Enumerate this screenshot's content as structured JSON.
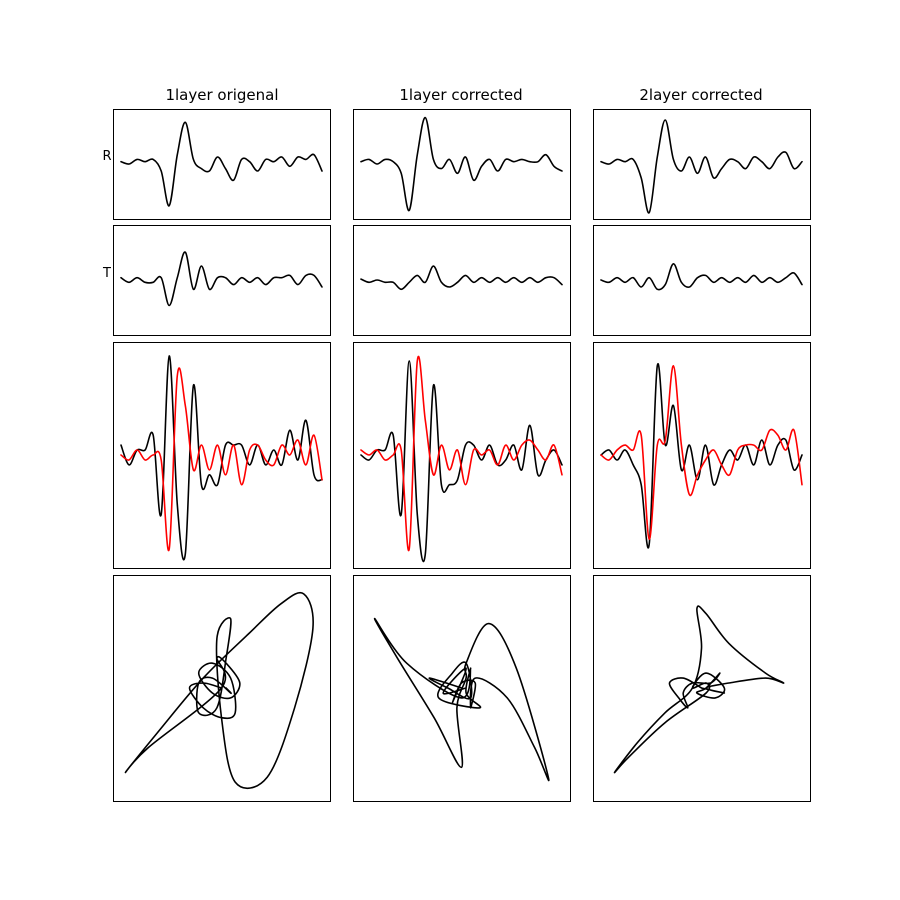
{
  "figure": {
    "column_titles": [
      "1layer origenal",
      "1layer corrected",
      "2layer corrected"
    ],
    "row_labels": [
      "R",
      "T",
      "",
      ""
    ]
  },
  "colors": {
    "primary_trace": "#000000",
    "secondary_trace": "#ff0000"
  },
  "chart_data": [
    {
      "type": "line",
      "panel": "R-1layer-origenal",
      "xlim": [
        0,
        100
      ],
      "ylim": [
        -1.1,
        1.1
      ],
      "ticks": false,
      "series": [
        {
          "color": "#000000",
          "x": [
            0,
            4,
            8,
            12,
            16,
            20,
            24,
            28,
            32,
            36,
            40,
            44,
            48,
            52,
            56,
            60,
            64,
            68,
            72,
            76,
            80,
            84,
            88,
            92,
            96,
            100
          ],
          "y": [
            0.05,
            0,
            0.1,
            0.05,
            0.1,
            -0.15,
            -0.9,
            0.2,
            0.9,
            0.1,
            -0.1,
            -0.15,
            0.15,
            -0.1,
            -0.35,
            0.1,
            0.05,
            -0.15,
            0.1,
            0.05,
            0.15,
            -0.05,
            0.15,
            0.1,
            0.2,
            -0.15
          ]
        }
      ]
    },
    {
      "type": "line",
      "panel": "R-1layer-corrected",
      "xlim": [
        0,
        100
      ],
      "ylim": [
        -1.1,
        1.1
      ],
      "ticks": false,
      "series": [
        {
          "color": "#000000",
          "x": [
            0,
            4,
            8,
            12,
            16,
            20,
            24,
            28,
            32,
            36,
            40,
            44,
            48,
            52,
            56,
            60,
            64,
            68,
            72,
            76,
            80,
            84,
            88,
            92,
            96,
            100
          ],
          "y": [
            0.05,
            0.1,
            0,
            0.1,
            0.05,
            -0.2,
            -1.0,
            0.2,
            1.0,
            0.1,
            -0.1,
            0.1,
            -0.2,
            0.15,
            -0.35,
            -0.05,
            0.1,
            -0.15,
            0.1,
            0.05,
            0.1,
            0.05,
            0.05,
            0.2,
            -0.05,
            -0.15
          ]
        }
      ]
    },
    {
      "type": "line",
      "panel": "R-2layer-corrected",
      "xlim": [
        0,
        100
      ],
      "ylim": [
        -1.1,
        1.1
      ],
      "ticks": false,
      "series": [
        {
          "color": "#000000",
          "x": [
            0,
            4,
            8,
            12,
            16,
            20,
            24,
            28,
            32,
            36,
            40,
            44,
            48,
            52,
            56,
            60,
            64,
            68,
            72,
            76,
            80,
            84,
            88,
            92,
            96,
            100
          ],
          "y": [
            0.05,
            0,
            0.1,
            0.05,
            0.1,
            -0.3,
            -1.05,
            0.15,
            0.95,
            0.1,
            -0.15,
            0.15,
            -0.2,
            0.15,
            -0.3,
            -0.1,
            0.1,
            0.05,
            -0.1,
            0.15,
            0.05,
            -0.1,
            0.15,
            0.25,
            -0.1,
            0.05
          ]
        }
      ]
    },
    {
      "type": "line",
      "panel": "T-1layer-origenal",
      "xlim": [
        0,
        100
      ],
      "ylim": [
        -1.1,
        1.1
      ],
      "ticks": false,
      "series": [
        {
          "color": "#000000",
          "x": [
            0,
            4,
            8,
            12,
            16,
            20,
            24,
            28,
            32,
            36,
            40,
            44,
            48,
            52,
            56,
            60,
            64,
            68,
            72,
            76,
            80,
            84,
            88,
            92,
            96,
            100
          ],
          "y": [
            0.05,
            -0.05,
            0.05,
            -0.05,
            -0.05,
            0.05,
            -0.55,
            0.05,
            0.6,
            -0.2,
            0.3,
            -0.2,
            0.05,
            0.05,
            -0.1,
            0.05,
            -0.05,
            0.05,
            -0.1,
            0.05,
            0.05,
            0.1,
            -0.1,
            0.1,
            0.1,
            -0.15
          ]
        }
      ]
    },
    {
      "type": "line",
      "panel": "T-1layer-corrected",
      "xlim": [
        0,
        100
      ],
      "ylim": [
        -1.1,
        1.1
      ],
      "ticks": false,
      "series": [
        {
          "color": "#000000",
          "x": [
            0,
            4,
            8,
            12,
            16,
            20,
            24,
            28,
            32,
            36,
            40,
            44,
            48,
            52,
            56,
            60,
            64,
            68,
            72,
            76,
            80,
            84,
            88,
            92,
            96,
            100
          ],
          "y": [
            0.02,
            -0.05,
            0,
            -0.05,
            -0.05,
            -0.2,
            -0.05,
            0.1,
            -0.05,
            0.3,
            -0.05,
            -0.15,
            -0.05,
            0.1,
            -0.05,
            0.05,
            -0.05,
            0.05,
            -0.05,
            0.05,
            -0.05,
            0.05,
            -0.05,
            0.05,
            0.05,
            -0.1
          ]
        }
      ]
    },
    {
      "type": "line",
      "panel": "T-2layer-corrected",
      "xlim": [
        0,
        100
      ],
      "ylim": [
        -1.1,
        1.1
      ],
      "ticks": false,
      "series": [
        {
          "color": "#000000",
          "x": [
            0,
            4,
            8,
            12,
            16,
            20,
            24,
            28,
            32,
            36,
            40,
            44,
            48,
            52,
            56,
            60,
            64,
            68,
            72,
            76,
            80,
            84,
            88,
            92,
            96,
            100
          ],
          "y": [
            0,
            -0.05,
            0.05,
            -0.05,
            0.05,
            -0.15,
            0.05,
            -0.2,
            -0.1,
            0.35,
            -0.05,
            -0.15,
            0.05,
            0.1,
            -0.05,
            0.05,
            -0.05,
            0.05,
            -0.05,
            0.1,
            -0.05,
            0.05,
            -0.05,
            0.05,
            0.15,
            -0.1
          ]
        }
      ]
    },
    {
      "type": "line",
      "panel": "overlay-1layer-origenal",
      "xlim": [
        0,
        100
      ],
      "ylim": [
        -1.1,
        1.1
      ],
      "ticks": false,
      "series": [
        {
          "color": "#000000",
          "x": [
            0,
            4,
            8,
            12,
            16,
            20,
            24,
            28,
            32,
            36,
            40,
            44,
            48,
            52,
            56,
            60,
            64,
            68,
            72,
            76,
            80,
            84,
            88,
            92,
            96,
            100
          ],
          "y": [
            0.1,
            -0.1,
            0.05,
            0.05,
            0.2,
            -0.6,
            1.0,
            -0.5,
            -1.0,
            0.7,
            -0.3,
            -0.2,
            -0.3,
            0.1,
            0.1,
            0.1,
            -0.1,
            0.1,
            -0.1,
            0.05,
            -0.1,
            0.25,
            -0.05,
            0.35,
            -0.2,
            -0.25
          ]
        },
        {
          "color": "#ff0000",
          "x": [
            0,
            4,
            8,
            12,
            16,
            20,
            24,
            28,
            32,
            36,
            40,
            44,
            48,
            52,
            56,
            60,
            64,
            68,
            72,
            76,
            80,
            84,
            88,
            92,
            96,
            100
          ],
          "y": [
            0,
            -0.05,
            0.05,
            -0.05,
            0,
            -0.05,
            -0.95,
            0.8,
            0.5,
            -0.15,
            0.1,
            -0.15,
            0.1,
            -0.2,
            0.1,
            -0.3,
            0.05,
            0.1,
            -0.05,
            -0.1,
            0.1,
            0,
            0.15,
            -0.1,
            0.2,
            -0.25
          ]
        }
      ]
    },
    {
      "type": "line",
      "panel": "overlay-1layer-corrected",
      "xlim": [
        0,
        100
      ],
      "ylim": [
        -1.1,
        1.1
      ],
      "ticks": false,
      "series": [
        {
          "color": "#000000",
          "x": [
            0,
            4,
            8,
            12,
            16,
            20,
            24,
            28,
            32,
            36,
            40,
            44,
            48,
            52,
            56,
            60,
            64,
            68,
            72,
            76,
            80,
            84,
            88,
            92,
            96,
            100
          ],
          "y": [
            0,
            -0.05,
            0.05,
            0.05,
            0.2,
            -0.6,
            0.95,
            -0.6,
            -1.0,
            0.7,
            -0.3,
            -0.3,
            -0.25,
            0.1,
            0.1,
            -0.05,
            0.1,
            -0.1,
            -0.05,
            0.1,
            -0.15,
            0.3,
            -0.2,
            -0.05,
            0.05,
            -0.1
          ]
        },
        {
          "color": "#ff0000",
          "x": [
            0,
            4,
            8,
            12,
            16,
            20,
            24,
            28,
            32,
            36,
            40,
            44,
            48,
            52,
            56,
            60,
            64,
            68,
            72,
            76,
            80,
            84,
            88,
            92,
            96,
            100
          ],
          "y": [
            0.05,
            0,
            0.05,
            -0.05,
            0,
            0.05,
            -0.95,
            0.95,
            0.35,
            -0.2,
            0.1,
            -0.15,
            0.05,
            -0.3,
            0.05,
            0,
            0.05,
            -0.1,
            0.1,
            -0.05,
            0.1,
            0.15,
            0.05,
            -0.05,
            0.1,
            -0.2
          ]
        }
      ]
    },
    {
      "type": "line",
      "panel": "overlay-2layer-corrected",
      "xlim": [
        0,
        100
      ],
      "ylim": [
        -1.1,
        1.1
      ],
      "ticks": false,
      "series": [
        {
          "color": "#000000",
          "x": [
            0,
            4,
            8,
            12,
            16,
            20,
            24,
            28,
            32,
            36,
            40,
            44,
            48,
            52,
            56,
            60,
            64,
            68,
            72,
            76,
            80,
            84,
            88,
            92,
            96,
            100
          ],
          "y": [
            0,
            0.05,
            -0.05,
            0.05,
            -0.1,
            -0.3,
            -0.9,
            0.9,
            0.1,
            0.5,
            -0.15,
            0.1,
            -0.25,
            0.1,
            -0.3,
            -0.1,
            0.05,
            -0.05,
            0.1,
            -0.1,
            0.15,
            -0.1,
            0.1,
            0.15,
            -0.15,
            0
          ]
        },
        {
          "color": "#ff0000",
          "x": [
            0,
            4,
            8,
            12,
            16,
            20,
            24,
            28,
            32,
            36,
            40,
            44,
            48,
            52,
            56,
            60,
            64,
            68,
            72,
            76,
            80,
            84,
            88,
            92,
            96,
            100
          ],
          "y": [
            0,
            -0.05,
            0.05,
            0.1,
            0.05,
            0.2,
            -0.85,
            0.1,
            0.15,
            0.9,
            0.1,
            -0.4,
            -0.2,
            -0.05,
            0.05,
            -0.1,
            -0.2,
            0.05,
            0.1,
            0.1,
            0.05,
            0.25,
            0.2,
            0.05,
            0.25,
            -0.3
          ]
        }
      ]
    },
    {
      "type": "line",
      "panel": "hodogram-1layer-origenal",
      "xlim": [
        -1.1,
        1.1
      ],
      "ylim": [
        -1.1,
        1.1
      ],
      "ticks": false,
      "series": [
        {
          "color": "#000000",
          "x": [
            0.0,
            -0.2,
            -0.35,
            -0.2,
            0.0,
            0.15,
            0.1,
            -0.1,
            -0.25,
            -0.1,
            0.1,
            0.2,
            0.05,
            -0.05,
            0.0,
            -0.8,
            -1.05,
            -0.7,
            -0.2,
            0.3,
            0.65,
            0.9,
            1.0,
            0.8,
            0.5,
            0.15,
            0.0,
            -0.05,
            0.1,
            0.05,
            -0.05,
            -0.25,
            -0.25,
            -0.1,
            0.1,
            0.05
          ],
          "y": [
            0.0,
            0.05,
            0.0,
            -0.2,
            -0.3,
            -0.25,
            0.1,
            0.25,
            0.15,
            -0.05,
            -0.1,
            0.05,
            0.25,
            0.3,
            0.0,
            -0.6,
            -0.85,
            -0.45,
            0.1,
            0.55,
            0.85,
            0.95,
            0.6,
            -0.2,
            -0.9,
            -0.95,
            -0.3,
            0.5,
            0.7,
            0.3,
            -0.2,
            -0.25,
            0.05,
            0.1,
            -0.05,
            0.0
          ]
        }
      ]
    },
    {
      "type": "line",
      "panel": "hodogram-1layer-corrected",
      "xlim": [
        -1.1,
        1.1
      ],
      "ylim": [
        -1.1,
        1.1
      ],
      "ticks": false,
      "series": [
        {
          "color": "#000000",
          "x": [
            0.0,
            -0.35,
            -0.15,
            0.1,
            0.05,
            -0.1,
            -0.25,
            0.2,
            0.05,
            0.1,
            0.0,
            -0.6,
            -0.95,
            -0.7,
            -0.3,
            0.0,
            -0.05,
            0.05,
            0.05,
            0.3,
            0.6,
            0.95,
            0.8,
            0.5,
            0.15,
            0.1,
            0.15,
            0.0,
            -0.1,
            0.05,
            -0.2,
            0.05
          ],
          "y": [
            0.0,
            0.1,
            0.0,
            -0.1,
            0.25,
            0.15,
            -0.1,
            -0.2,
            -0.05,
            0.2,
            -0.1,
            0.25,
            0.7,
            0.3,
            -0.3,
            -0.8,
            -0.2,
            0.1,
            0.25,
            0.65,
            0.2,
            -0.9,
            -0.6,
            -0.1,
            0.1,
            -0.2,
            0.05,
            0.05,
            -0.15,
            0.2,
            -0.05,
            0.0
          ]
        }
      ]
    },
    {
      "type": "line",
      "panel": "hodogram-2layer-corrected",
      "xlim": [
        -1.1,
        1.1
      ],
      "ylim": [
        -1.1,
        1.1
      ],
      "ticks": false,
      "series": [
        {
          "color": "#000000",
          "x": [
            0.0,
            -0.2,
            -0.35,
            -0.25,
            -0.15,
            -0.2,
            -0.1,
            0.1,
            0.2,
            0.05,
            -0.05,
            0.15,
            0.25,
            0.05,
            -0.1,
            0.05,
            0.05,
            -0.4,
            -0.8,
            -0.95,
            -0.7,
            -0.4,
            -0.1,
            0.0,
            -0.05,
            0.05,
            0.3,
            0.7,
            0.9,
            0.7,
            0.3,
            0.05,
            0.25,
            0.0
          ],
          "y": [
            0.0,
            0.1,
            0.05,
            -0.1,
            -0.2,
            -0.05,
            0.05,
            0.05,
            0.15,
            0.0,
            -0.05,
            -0.1,
            0.0,
            0.15,
            0.0,
            0.05,
            -0.05,
            -0.35,
            -0.7,
            -0.85,
            -0.55,
            -0.25,
            0.0,
            0.4,
            0.8,
            0.75,
            0.45,
            0.15,
            0.05,
            0.1,
            0.05,
            0.0,
            -0.05,
            0.0
          ]
        }
      ]
    }
  ]
}
